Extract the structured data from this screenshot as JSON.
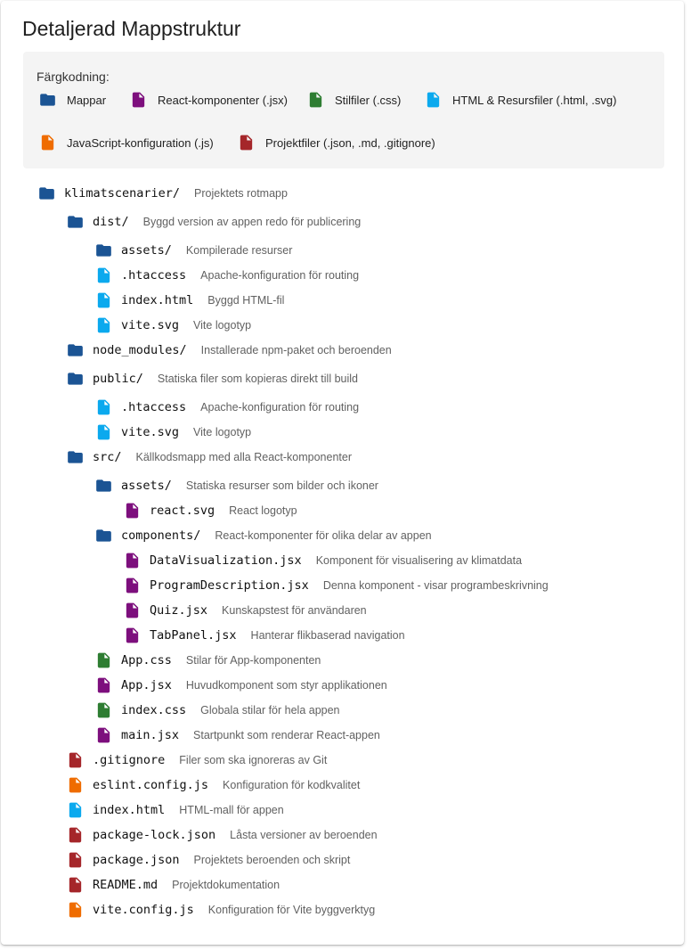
{
  "title": "Detaljerad Mappstruktur",
  "legend": {
    "title": "Färgkodning:",
    "items": [
      {
        "icon": "folder-icon",
        "color": "#1b5494",
        "label": "Mappar"
      },
      {
        "icon": "file-icon",
        "color": "#7d0f7d",
        "label": "React-komponenter (.jsx)"
      },
      {
        "icon": "file-icon",
        "color": "#2e7d32",
        "label": "Stilfiler (.css)"
      },
      {
        "icon": "file-icon",
        "color": "#0ba9ee",
        "label": "HTML & Resursfiler (.html, .svg)"
      },
      {
        "icon": "file-icon",
        "color": "#ef6c00",
        "label": "JavaScript-konfiguration (.js)"
      },
      {
        "icon": "file-icon",
        "color": "#a5262a",
        "label": "Projektfiler (.json, .md, .gitignore)"
      }
    ]
  },
  "colors": {
    "folder": "#1b5494",
    "jsx": "#7d0f7d",
    "css": "#2e7d32",
    "html": "#0ba9ee",
    "js": "#ef6c00",
    "project": "#a5262a"
  },
  "tree": [
    {
      "depth": 0,
      "kind": "folder",
      "name": "klimatscenarier/",
      "desc": "Projektets rotmapp"
    },
    {
      "depth": 1,
      "kind": "folder",
      "name": "dist/",
      "desc": "Byggd version av appen redo för publicering"
    },
    {
      "depth": 2,
      "kind": "folder",
      "name": "assets/",
      "desc": "Kompilerade resurser"
    },
    {
      "depth": 2,
      "kind": "html",
      "name": ".htaccess",
      "desc": "Apache-konfiguration för routing"
    },
    {
      "depth": 2,
      "kind": "html",
      "name": "index.html",
      "desc": "Byggd HTML-fil"
    },
    {
      "depth": 2,
      "kind": "html",
      "name": "vite.svg",
      "desc": "Vite logotyp"
    },
    {
      "depth": 1,
      "kind": "folder",
      "name": "node_modules/",
      "desc": "Installerade npm-paket och beroenden"
    },
    {
      "depth": 1,
      "kind": "folder",
      "name": "public/",
      "desc": "Statiska filer som kopieras direkt till build"
    },
    {
      "depth": 2,
      "kind": "html",
      "name": ".htaccess",
      "desc": "Apache-konfiguration för routing"
    },
    {
      "depth": 2,
      "kind": "html",
      "name": "vite.svg",
      "desc": "Vite logotyp"
    },
    {
      "depth": 1,
      "kind": "folder",
      "name": "src/",
      "desc": "Källkodsmapp med alla React-komponenter"
    },
    {
      "depth": 2,
      "kind": "folder",
      "name": "assets/",
      "desc": "Statiska resurser som bilder och ikoner"
    },
    {
      "depth": 3,
      "kind": "jsx",
      "name": "react.svg",
      "desc": "React logotyp"
    },
    {
      "depth": 2,
      "kind": "folder",
      "name": "components/",
      "desc": "React-komponenter för olika delar av appen"
    },
    {
      "depth": 3,
      "kind": "jsx",
      "name": "DataVisualization.jsx",
      "desc": "Komponent för visualisering av klimatdata"
    },
    {
      "depth": 3,
      "kind": "jsx",
      "name": "ProgramDescription.jsx",
      "desc": "Denna komponent - visar programbeskrivning"
    },
    {
      "depth": 3,
      "kind": "jsx",
      "name": "Quiz.jsx",
      "desc": "Kunskapstest för användaren"
    },
    {
      "depth": 3,
      "kind": "jsx",
      "name": "TabPanel.jsx",
      "desc": "Hanterar flikbaserad navigation"
    },
    {
      "depth": 2,
      "kind": "css",
      "name": "App.css",
      "desc": "Stilar för App-komponenten"
    },
    {
      "depth": 2,
      "kind": "jsx",
      "name": "App.jsx",
      "desc": "Huvudkomponent som styr applikationen"
    },
    {
      "depth": 2,
      "kind": "css",
      "name": "index.css",
      "desc": "Globala stilar för hela appen"
    },
    {
      "depth": 2,
      "kind": "jsx",
      "name": "main.jsx",
      "desc": "Startpunkt som renderar React-appen"
    },
    {
      "depth": 1,
      "kind": "project",
      "name": ".gitignore",
      "desc": "Filer som ska ignoreras av Git"
    },
    {
      "depth": 1,
      "kind": "js",
      "name": "eslint.config.js",
      "desc": "Konfiguration för kodkvalitet"
    },
    {
      "depth": 1,
      "kind": "html",
      "name": "index.html",
      "desc": "HTML-mall för appen"
    },
    {
      "depth": 1,
      "kind": "project",
      "name": "package-lock.json",
      "desc": "Låsta versioner av beroenden"
    },
    {
      "depth": 1,
      "kind": "project",
      "name": "package.json",
      "desc": "Projektets beroenden och skript"
    },
    {
      "depth": 1,
      "kind": "project",
      "name": "README.md",
      "desc": "Projektdokumentation"
    },
    {
      "depth": 1,
      "kind": "js",
      "name": "vite.config.js",
      "desc": "Konfiguration för Vite byggverktyg"
    }
  ]
}
